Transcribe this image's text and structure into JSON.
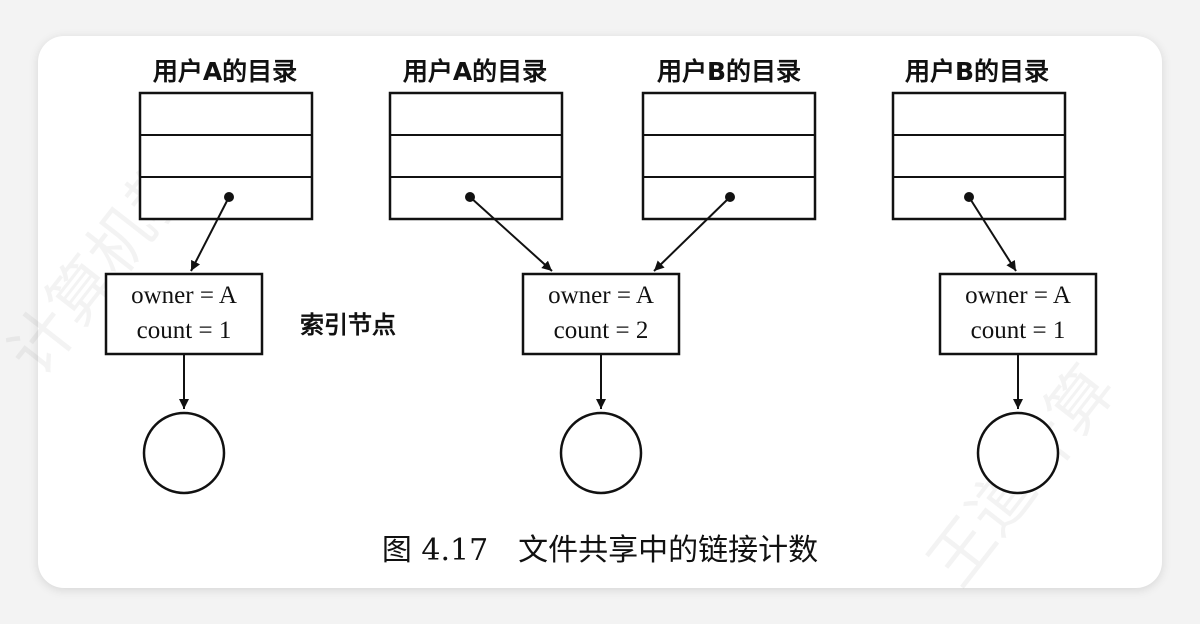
{
  "watermark": {
    "left": "计算机教育",
    "right": "王道计算"
  },
  "directories": [
    {
      "title": "用户A的目录"
    },
    {
      "title": "用户A的目录"
    },
    {
      "title": "用户B的目录"
    },
    {
      "title": "用户B的目录"
    }
  ],
  "inodes": [
    {
      "owner_line": "owner = A",
      "count_line": "count = 1"
    },
    {
      "owner_line": "owner = A",
      "count_line": "count = 2"
    },
    {
      "owner_line": "owner = A",
      "count_line": "count = 1"
    }
  ],
  "inode_label": "索引节点",
  "caption": "图 4.17　文件共享中的链接计数"
}
